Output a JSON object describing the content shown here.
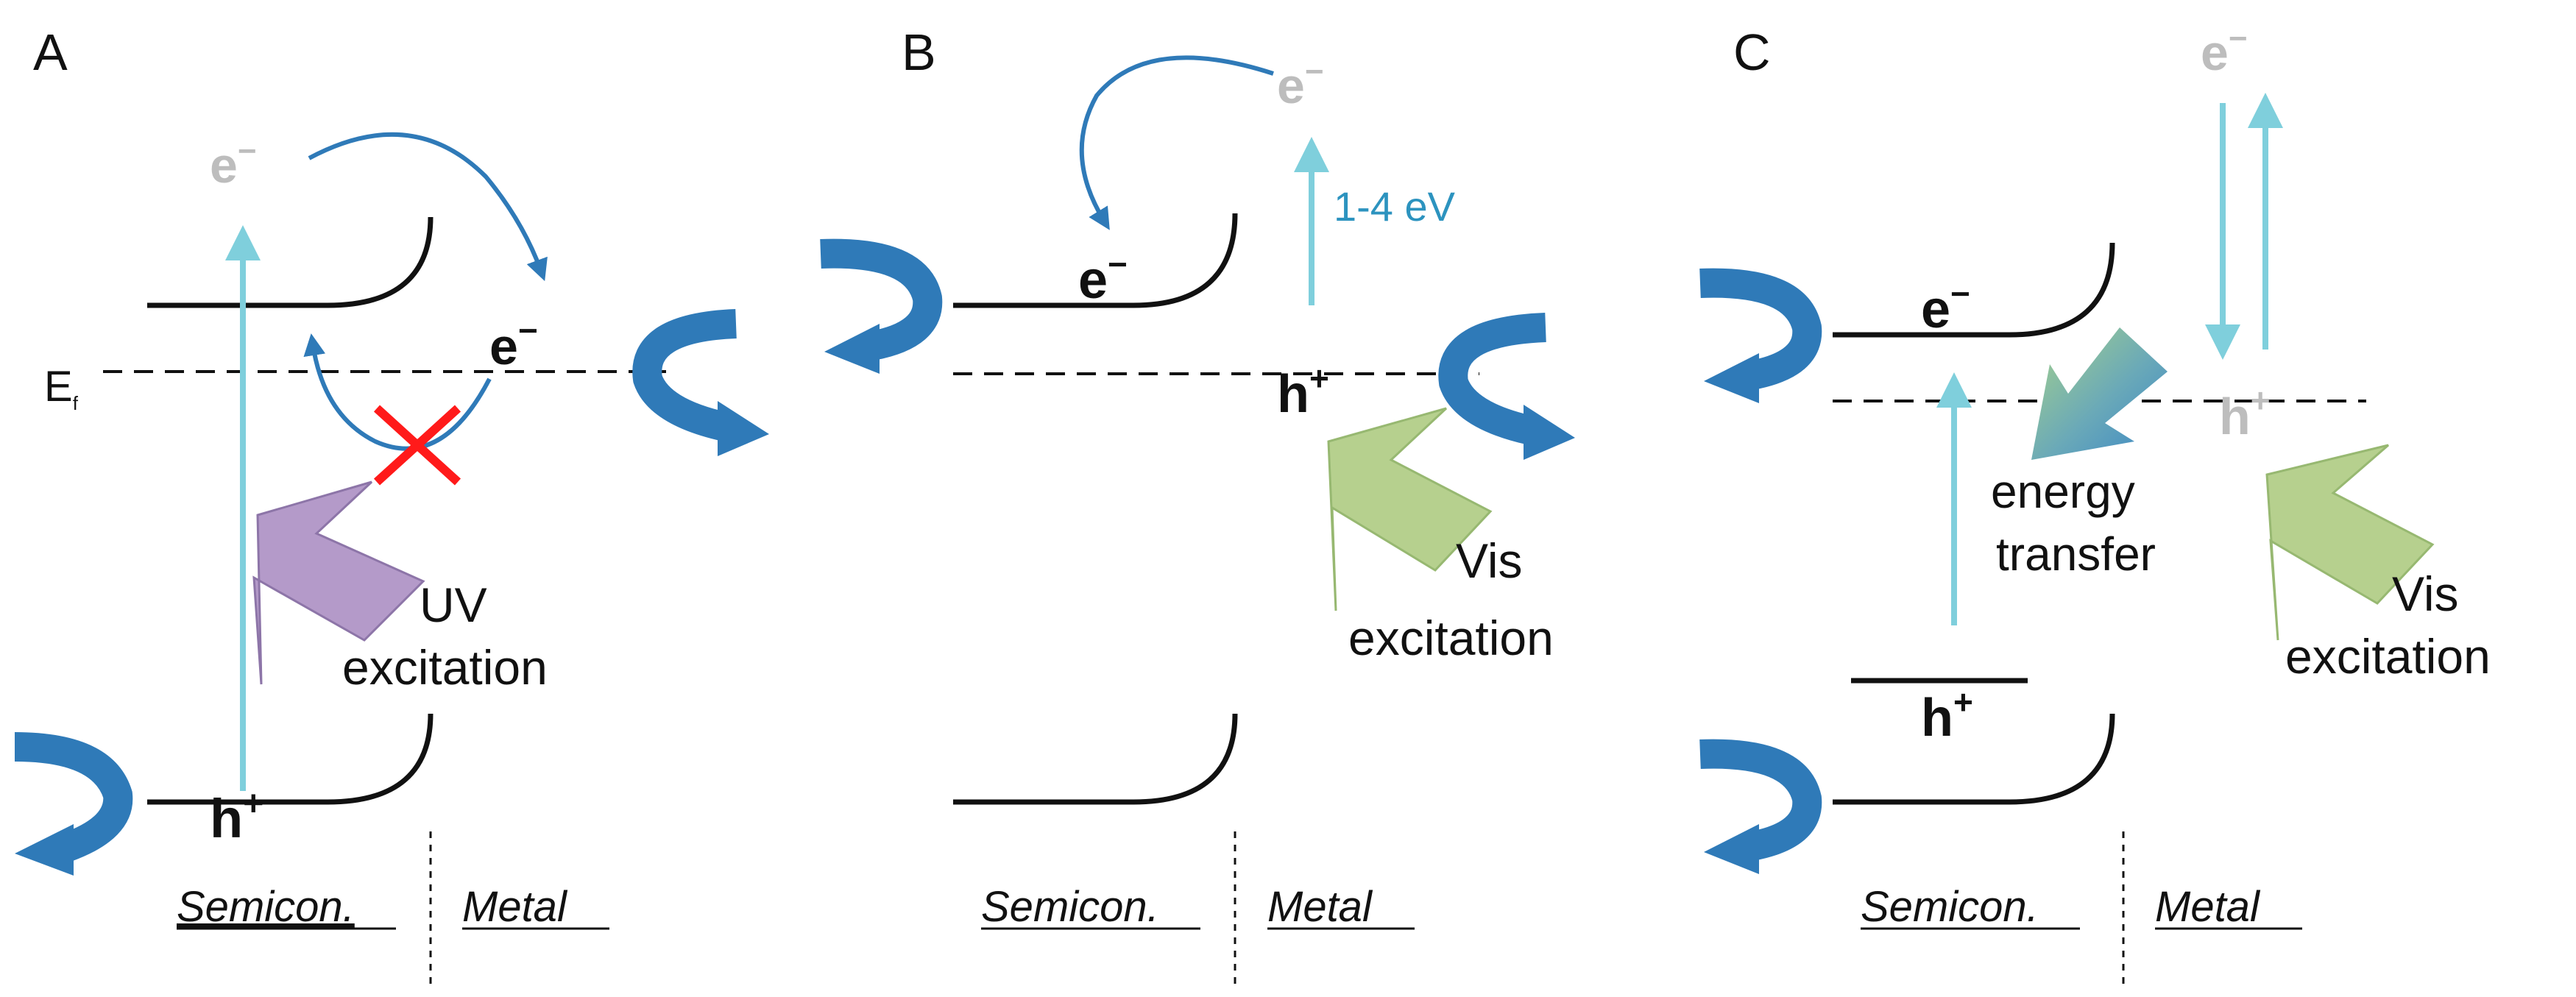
{
  "panels": [
    {
      "letter": "A",
      "e_top": "e",
      "e_top_sup": "−",
      "e_fermi": "e",
      "e_fermi_sup": "−",
      "ef_label": "E",
      "ef_sub": "f",
      "h_label": "h",
      "h_sup": "+",
      "excitation": [
        "UV",
        "excitation"
      ],
      "semicon": "Semicon.",
      "metal": "Metal",
      "colors": {
        "uv_arrow": "#b49ac9"
      }
    },
    {
      "letter": "B",
      "e_top": "e",
      "e_top_sup": "−",
      "e_cb": "e",
      "e_cb_sup": "−",
      "energy": "1-4 eV",
      "h_label": "h",
      "h_sup": "+",
      "excitation": [
        "Vis",
        "excitation"
      ],
      "semicon": "Semicon.",
      "metal": "Metal",
      "colors": {
        "vis_arrow": "#b6d08e"
      }
    },
    {
      "letter": "C",
      "e_top": "e",
      "e_top_sup": "−",
      "e_cb": "e",
      "e_cb_sup": "−",
      "h_metal": "h",
      "h_metal_sup": "+",
      "h_vb": "h",
      "h_vb_sup": "+",
      "transfer": [
        "energy",
        "transfer"
      ],
      "excitation": [
        "Vis",
        "excitation"
      ],
      "semicon": "Semicon.",
      "metal": "Metal",
      "colors": {
        "vis_arrow": "#b6d08e"
      }
    }
  ],
  "colors": {
    "band_line": "#111111",
    "excite_arrow": "#7fcfdc",
    "curl_arrow": "#2f7ab8",
    "cross": "#ff1a1a",
    "faded_text": "#bdbdbd",
    "energy_text": "#2c93bf"
  }
}
